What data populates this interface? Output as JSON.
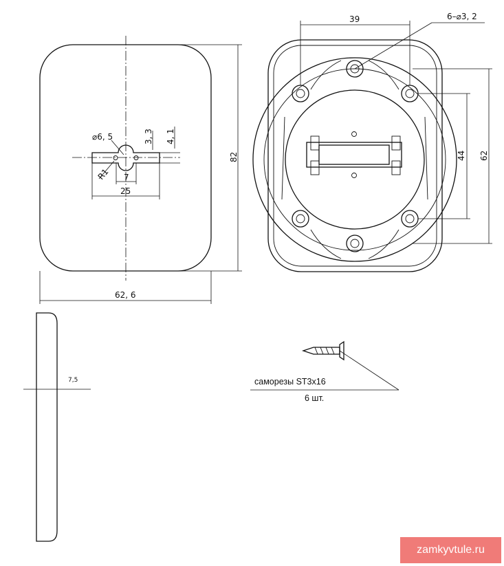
{
  "dimensions": {
    "cover_height": "82",
    "cover_width": "62, 6",
    "keyhole_diameter": "⌀6, 5",
    "slot_h1": "3, 3",
    "slot_h2": "4, 1",
    "radius": "R1",
    "slot_offset": "7",
    "slot_length": "25",
    "base_width": "39",
    "holes_note": "6–⌀3, 2",
    "base_hole_spacing": "44",
    "base_height": "62",
    "thickness": "7,5"
  },
  "screws": {
    "label": "саморезы ST3x16",
    "quantity": "6 шт."
  },
  "watermark": "zamkyvtule.ru"
}
